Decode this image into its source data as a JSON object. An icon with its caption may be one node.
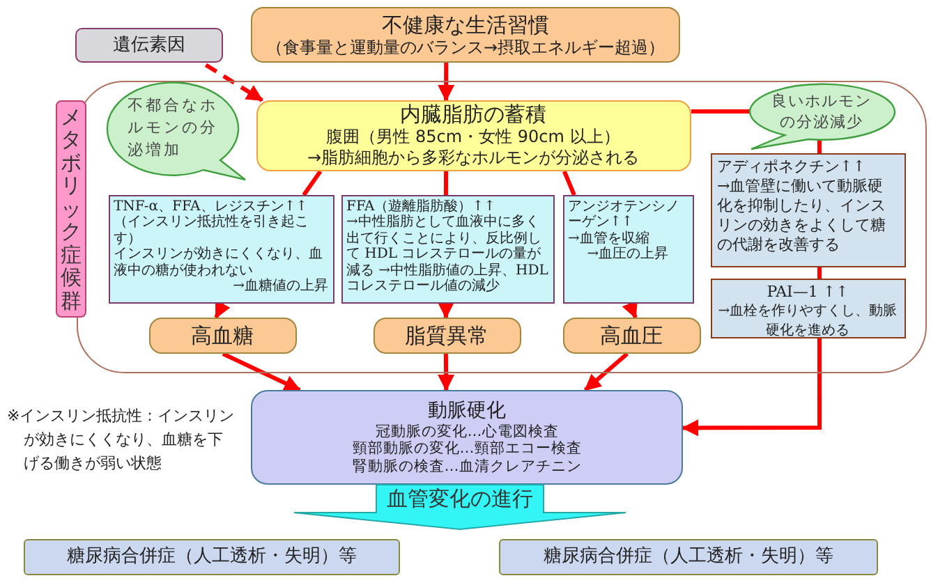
{
  "diagram": {
    "nodes": [
      {
        "text": [
          "不健康な生活習慣",
          "（食事量と運動量のバランス→摂取エネルギー超過）"
        ]
      },
      {
        "text": [
          "遺伝素因"
        ]
      },
      {
        "text": [],
        "shape": "box"
      },
      {
        "text": [
          "メタボリック症候群"
        ]
      },
      {
        "text": [
          "不都合なホルモンの分泌増加"
        ],
        "in": 2
      },
      {
        "text": [
          "内臓脂肪の蓄積",
          "腹囲（男性 85cm・女性 90cm 以上）",
          "→脂肪細胞から多彩なホルモンが分泌される"
        ],
        "in": 2
      },
      {
        "text": [
          "良いホルモンの分泌減少"
        ],
        "in": 2
      },
      {
        "text": [
          "TNF-α、FFA、レジスチン↑↑",
          "（インスリン抵抗性を引き起こす）",
          "インスリンが効きにくくなり、血液中の糖が使われない",
          "→血糖値の上昇"
        ],
        "in": 2
      },
      {
        "text": [
          "FFA（遊離脂肪酸）↑↑",
          "→中性脂肪として血液中に多く出て行くことにより、反比例して HDL コレステロールの量が減る →中性脂肪値の上昇、HDL コレステロール値の減少"
        ],
        "in": 2
      },
      {
        "text": [
          "アンジオテンシノーゲン↑↑",
          "→血管を収縮",
          "→血圧の上昇"
        ],
        "in": 2
      },
      {
        "text": [
          "アディポネクチン↑↑",
          "→血管壁に働いて動脈硬化を抑制したり、インスリンの効きをよくして糖の代謝を改善する"
        ],
        "in": 2
      },
      {
        "text": [
          "PAI—1 ↑↑",
          "→血栓を作りやすくし、動脈硬化を進める"
        ],
        "in": 2
      },
      {
        "text": [
          "高血糖"
        ],
        "in": 2
      },
      {
        "text": [
          "脂質異常"
        ],
        "in": 2
      },
      {
        "text": [
          "高血圧"
        ],
        "in": 2
      },
      {
        "text": [
          "動脈硬化",
          "冠動脈の変化…心電図検査",
          "頸部動脈の変化…頸部エコー検査",
          "腎動脈の検査…血清クレアチニン"
        ]
      },
      {
        "text": [
          "血管変化の進行"
        ]
      },
      {
        "text": [
          "糖尿病合併症（人工透析・失明）等"
        ]
      },
      {
        "text": [
          "糖尿病合併症（人工透析・失明）等"
        ]
      }
    ],
    "edges": [
      {
        "from": 0,
        "to": 5,
        "arrow": "to"
      },
      {
        "from": 1,
        "to": 5,
        "arrow": "to",
        "style": "dashed"
      },
      {
        "from": 5,
        "to": 6,
        "arrow": "none"
      },
      {
        "from": 5,
        "to": 7,
        "arrow": "none"
      },
      {
        "from": 5,
        "to": 8,
        "arrow": "none"
      },
      {
        "from": 5,
        "to": 9,
        "arrow": "none"
      },
      {
        "from": 6,
        "to": 10,
        "arrow": "none"
      },
      {
        "from": 10,
        "to": 11,
        "arrow": "none"
      },
      {
        "from": 7,
        "to": 12,
        "arrow": "to"
      },
      {
        "from": 8,
        "to": 13,
        "arrow": "to"
      },
      {
        "from": 9,
        "to": 14,
        "arrow": "to"
      },
      {
        "from": 12,
        "to": 15,
        "arrow": "to"
      },
      {
        "from": 13,
        "to": 15,
        "arrow": "to"
      },
      {
        "from": 14,
        "to": 15,
        "arrow": "to"
      },
      {
        "from": 11,
        "to": 15,
        "arrow": "to"
      }
    ],
    "labels": [
      "※インスリン抵抗性：インスリンが効きにくくなり、血糖を下げる働きが弱い状態"
    ]
  }
}
